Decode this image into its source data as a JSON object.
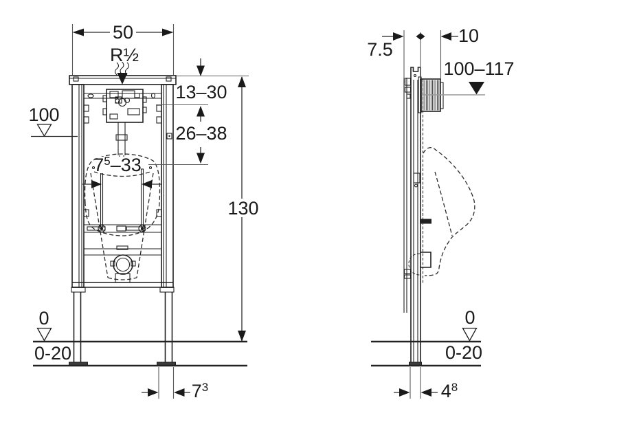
{
  "drawing": {
    "colors": {
      "line": "#1a1a1a",
      "level_line": "#9a9a9a",
      "background": "#ffffff"
    },
    "front": {
      "width_label": "50",
      "inlet_label": "R½",
      "top_offset": "13–30",
      "valve_offset": "26–38",
      "stud": {
        "base": "7",
        "sup": "5",
        "rest": "–33"
      },
      "supply_level": "100",
      "height": "130",
      "floor_level": "0",
      "floor_range": "0-20",
      "foot": {
        "base": "7",
        "sup": "3"
      }
    },
    "side": {
      "depth": "7.5",
      "housing_depth": "10",
      "outlet_range": "100–117",
      "floor_level": "0",
      "floor_range": "0-20",
      "leg": {
        "base": "4",
        "sup": "8"
      }
    }
  }
}
